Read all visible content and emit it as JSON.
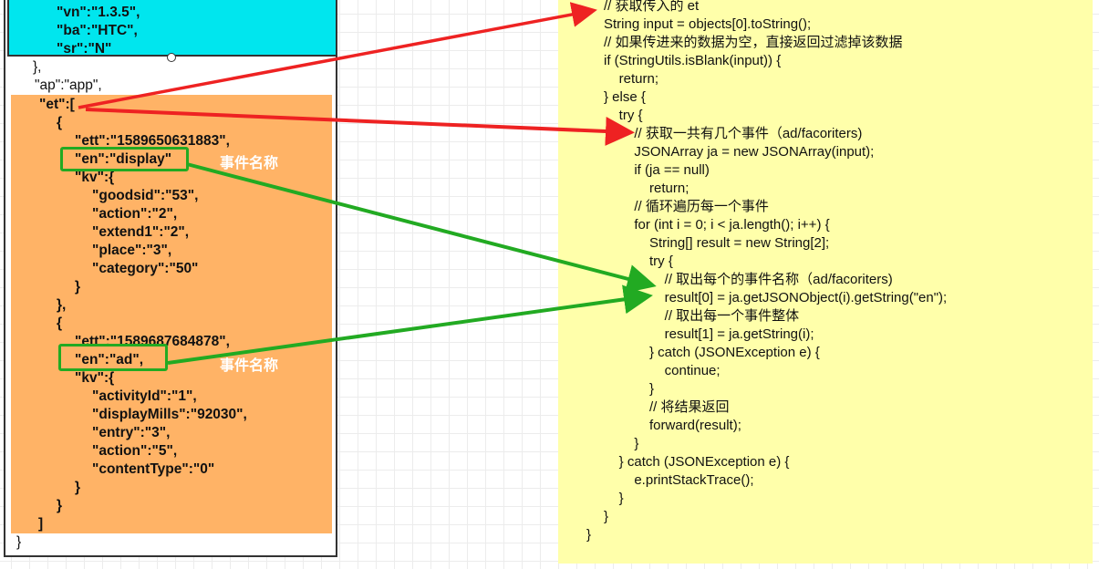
{
  "json_view": {
    "cyan_lines": [
      "\"vn\":\"1.3.5\",",
      "\"ba\":\"HTC\",",
      "\"sr\":\"N\""
    ],
    "close_brace": "},",
    "ap_line": "\"ap\":\"app\",",
    "et_key": "\"et\":[",
    "events": [
      {
        "open": "{",
        "ett": "\"ett\":\"1589650631883\",",
        "en": "\"en\":\"display\"",
        "kv_open": "\"kv\":{",
        "kv": [
          "\"goodsid\":\"53\",",
          "\"action\":\"2\",",
          "\"extend1\":\"2\",",
          "\"place\":\"3\",",
          "\"category\":\"50\""
        ],
        "kv_close": "}",
        "close": "},"
      },
      {
        "open": "{",
        "ett": "\"ett\":\"1589687684878\",",
        "en": "\"en\":\"ad\",",
        "kv_open": "\"kv\":{",
        "kv": [
          "\"activityId\":\"1\",",
          "\"displayMills\":\"92030\",",
          "\"entry\":\"3\",",
          "\"action\":\"5\",",
          "\"contentType\":\"0\""
        ],
        "kv_close": "}",
        "close": "}"
      }
    ],
    "array_close": "]",
    "root_close": "}",
    "label_event_name": "事件名称"
  },
  "code_lines": [
    "// 获取传入的 et",
    "String input = objects[0].toString();",
    "// 如果传进来的数据为空，直接返回过滤掉该数据",
    "if (StringUtils.isBlank(input)) {",
    "    return;",
    "} else {",
    "    try {",
    "        // 获取一共有几个事件（ad/facoriters)",
    "        JSONArray ja = new JSONArray(input);",
    "        if (ja == null)",
    "            return;",
    "        // 循环遍历每一个事件",
    "        for (int i = 0; i < ja.length(); i++) {",
    "            String[] result = new String[2];",
    "            try {",
    "                // 取出每个的事件名称（ad/facoriters)",
    "                result[0] = ja.getJSONObject(i).getString(\"en\");",
    "                // 取出每一个事件整体",
    "                result[1] = ja.getString(i);",
    "            } catch (JSONException e) {",
    "                continue;",
    "            }",
    "            // 将结果返回",
    "            forward(result);",
    "        }",
    "    } catch (JSONException e) {",
    "        e.printStackTrace();",
    "    }",
    "}",
    "}"
  ],
  "colors": {
    "cyan": "#00e6ee",
    "orange": "#ffb366",
    "yellow": "#ffffaa",
    "red_arrow": "#ee2222",
    "green_arrow": "#22aa22"
  }
}
